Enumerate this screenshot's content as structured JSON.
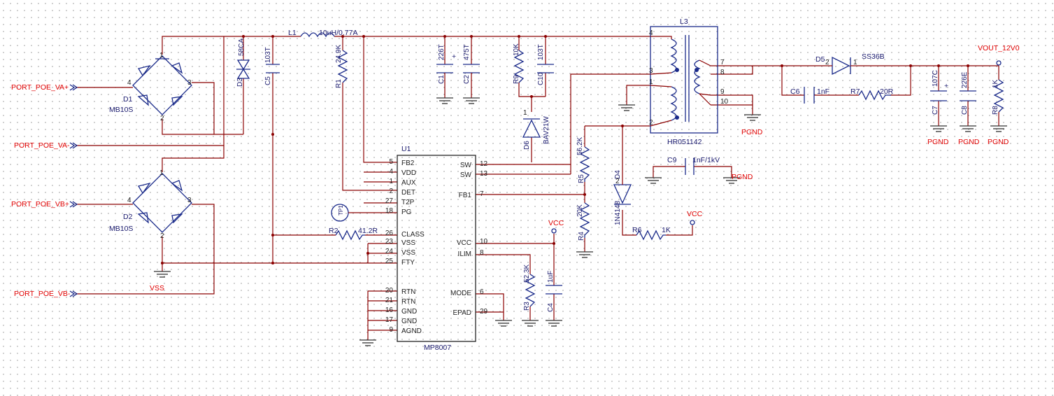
{
  "ports": {
    "va_plus": "PORT_POE_VA+",
    "va_minus": "PORT_POE_VA-",
    "vb_plus": "PORT_POE_VB+",
    "vb_minus": "PORT_POE_VB-"
  },
  "nets": {
    "vss": "VSS",
    "vcc": "VCC",
    "pgnd": "PGND",
    "vout": "VOUT_12V0"
  },
  "bridges": {
    "d1_ref": "D1",
    "d1_val": "MB10S",
    "d2_ref": "D2",
    "d2_val": "MB10S",
    "pins": [
      "1",
      "2",
      "3",
      "4"
    ]
  },
  "components": {
    "d3_ref": "D3",
    "d3_val": "58CA",
    "c5_ref": "C5",
    "c5_val": "103T",
    "l1_ref": "L1",
    "l1_val": "10uH/0.77A",
    "r1_ref": "R1",
    "r1_val": "24.9K",
    "c1_ref": "C1",
    "c1_val": "226T",
    "c2_ref": "C2",
    "c2_val": "475T",
    "r9_ref": "R9",
    "r9_val": "10K",
    "c10_ref": "C10",
    "c10_val": "103T",
    "d6_ref": "D6",
    "d6_val": "BAV21W",
    "l3_ref": "L3",
    "l3_val": "HR051142",
    "d5_ref": "D5",
    "d5_val": "SS36B",
    "c6_ref": "C6",
    "c6_val": "1nF",
    "r7_ref": "R7",
    "r7_val": "20R",
    "c7_ref": "C7",
    "c7_val": "107C",
    "c8_ref": "C8",
    "c8_val": "226E",
    "r8_ref": "R8",
    "r8_val": "1K",
    "r5_ref": "R5",
    "r5_val": "56.2K",
    "r4_ref": "R4",
    "r4_val": "20K",
    "c9_ref": "C9",
    "c9_val": "1nF/1kV",
    "d4_ref": "D4",
    "d4_val": "1N4148",
    "r6_ref": "R6",
    "r6_val": "1K",
    "r2_ref": "R2",
    "r2_val": "41.2R",
    "r3_ref": "R3",
    "r3_val": "52.3K",
    "c4_ref": "C4",
    "c4_val": "1uF",
    "tp1_ref": "TP1",
    "plus": "+"
  },
  "transformer_pins": [
    "4",
    "3",
    "1",
    "2",
    "7",
    "8",
    "9",
    "10"
  ],
  "ic": {
    "ref": "U1",
    "name": "MP8007",
    "left_pins": [
      {
        "num": "5",
        "name": "FB2"
      },
      {
        "num": "4",
        "name": "VDD"
      },
      {
        "num": "1",
        "name": "AUX"
      },
      {
        "num": "2",
        "name": "DET"
      },
      {
        "num": "27",
        "name": "T2P"
      },
      {
        "num": "18",
        "name": "PG"
      },
      {
        "num": "26",
        "name": "CLASS"
      },
      {
        "num": "23",
        "name": "VSS"
      },
      {
        "num": "24",
        "name": "VSS"
      },
      {
        "num": "25",
        "name": "FTY"
      },
      {
        "num": "20",
        "name": "RTN"
      },
      {
        "num": "21",
        "name": "RTN"
      },
      {
        "num": "16",
        "name": "GND"
      },
      {
        "num": "17",
        "name": "GND"
      },
      {
        "num": "9",
        "name": "AGND"
      }
    ],
    "right_pins": [
      {
        "num": "12",
        "name": "SW"
      },
      {
        "num": "13",
        "name": "SW"
      },
      {
        "num": "7",
        "name": "FB1"
      },
      {
        "num": "10",
        "name": "VCC"
      },
      {
        "num": "8",
        "name": "ILIM"
      },
      {
        "num": "6",
        "name": "MODE"
      },
      {
        "num": "29",
        "name": "EPAD"
      }
    ]
  }
}
